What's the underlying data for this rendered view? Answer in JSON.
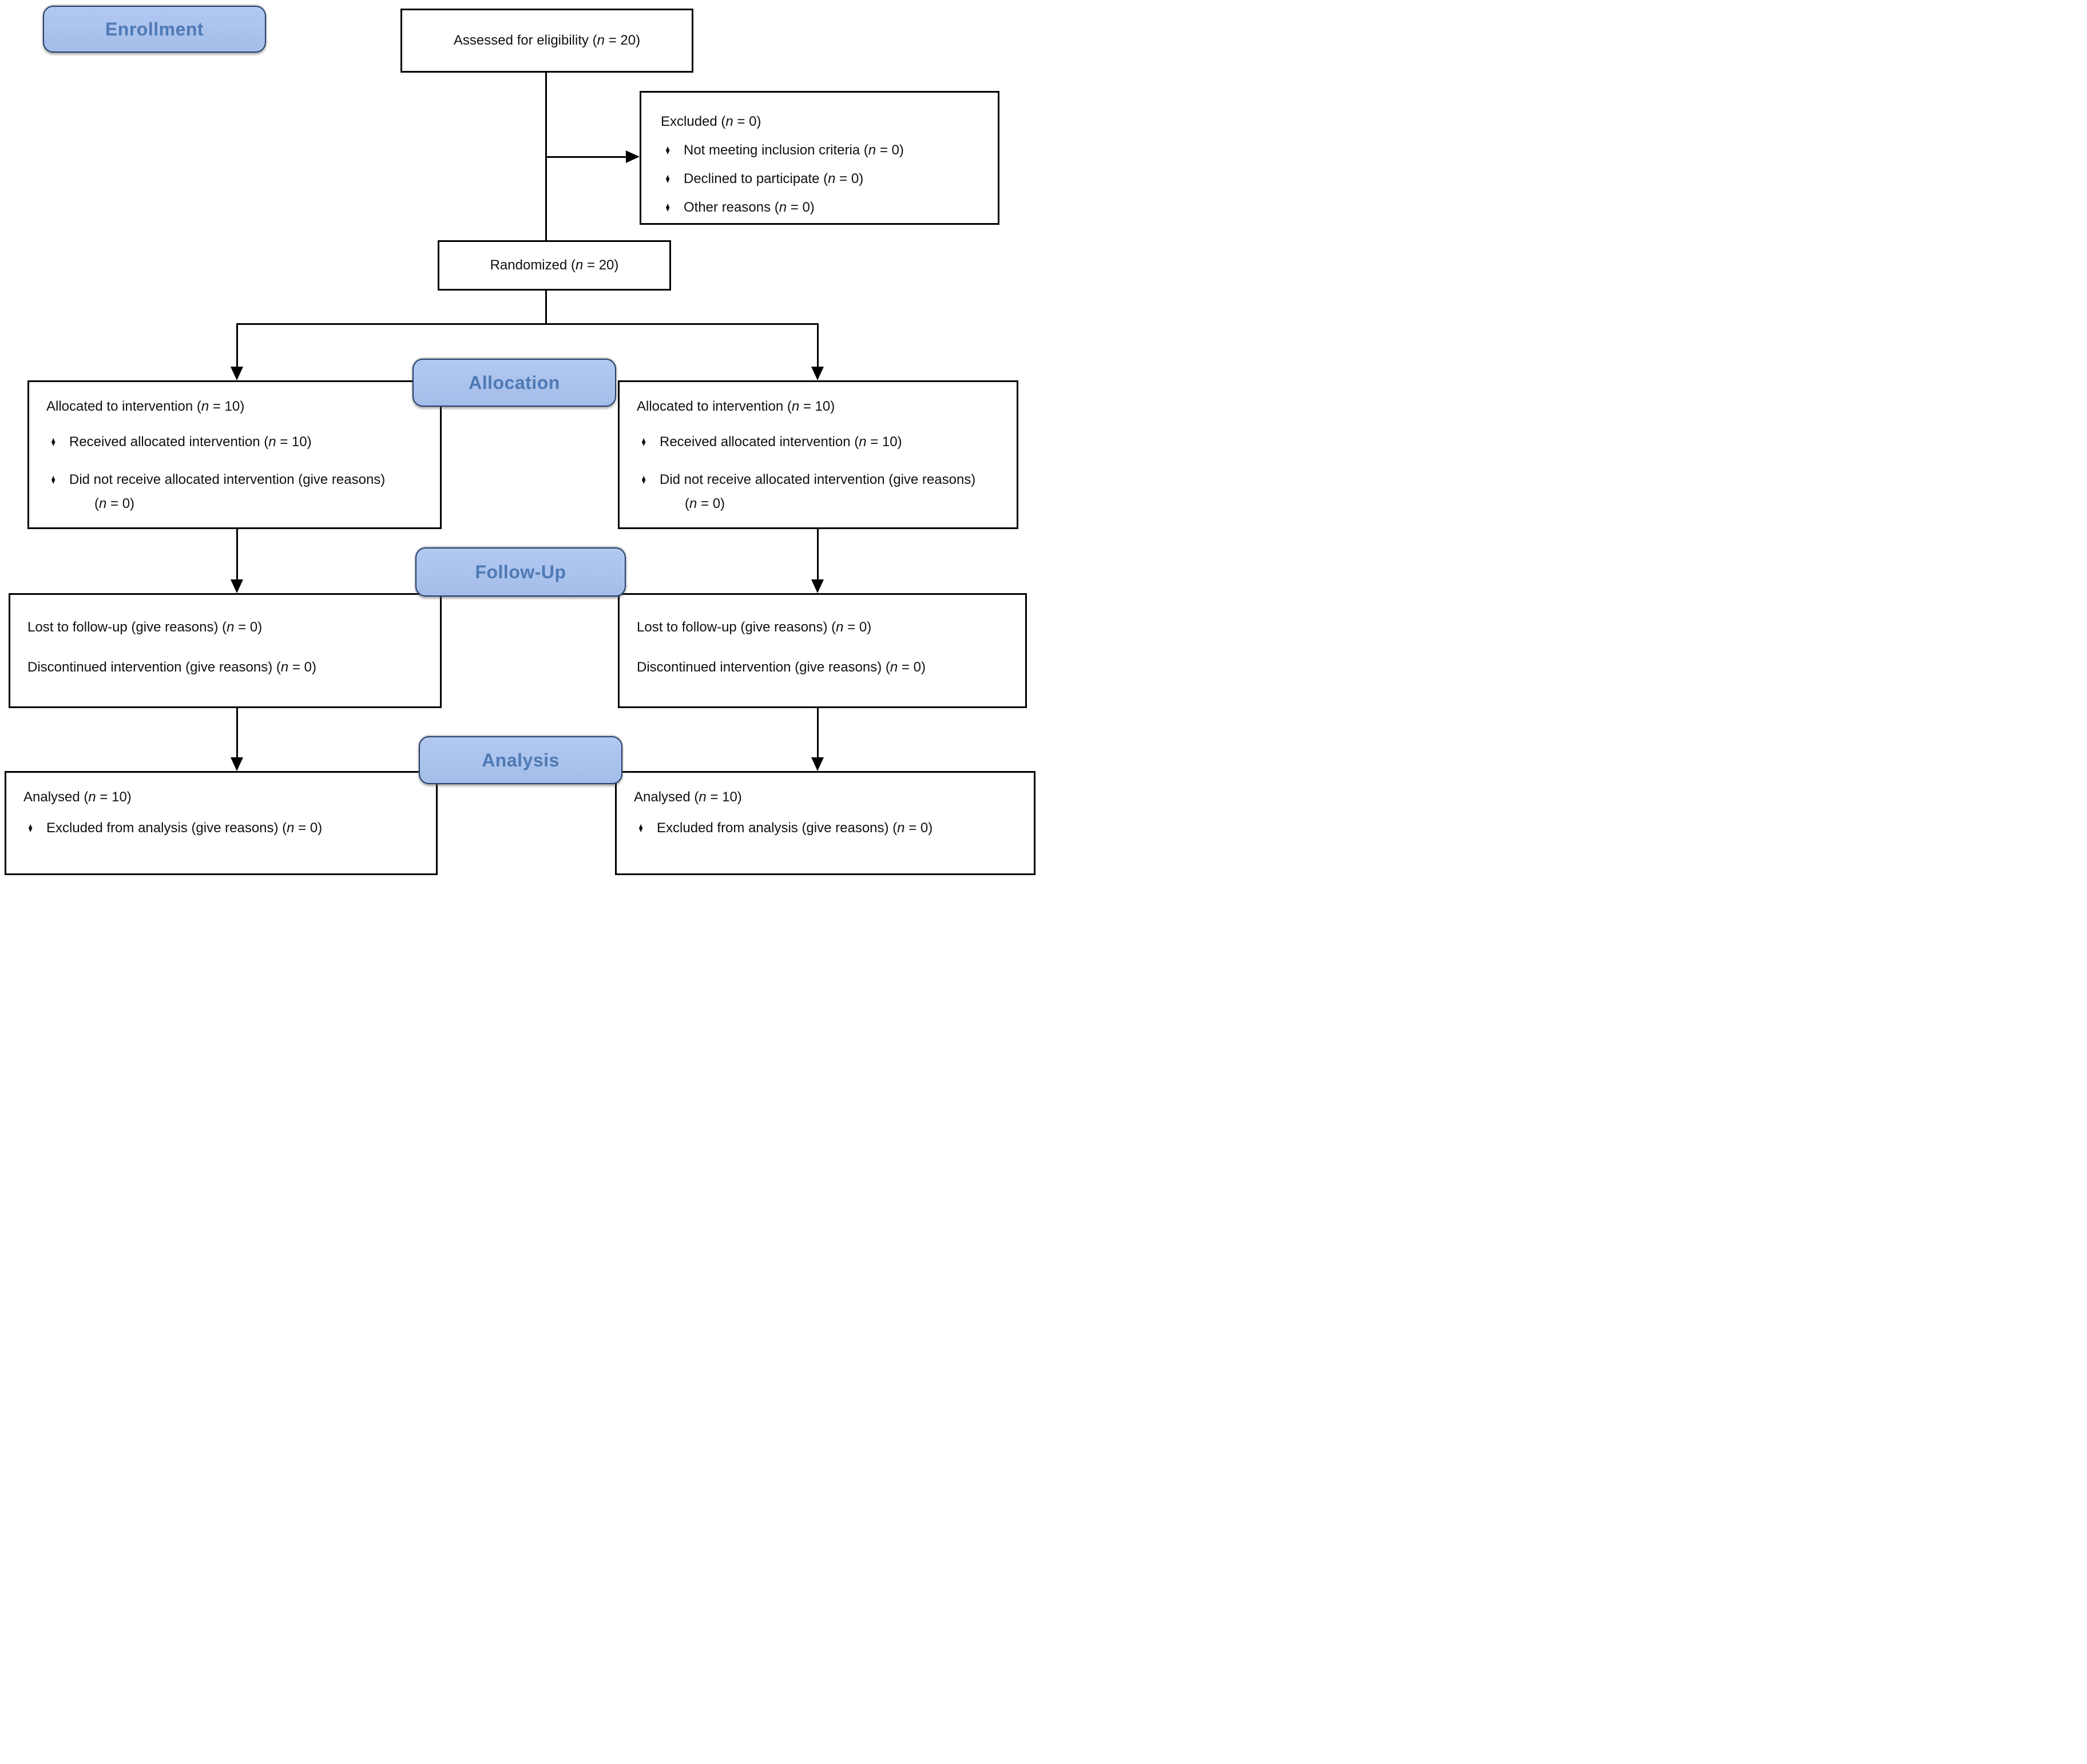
{
  "bullet_char": "♦",
  "colors": {
    "badge_fill": "#a9c3f0",
    "badge_text": "#4e79b4",
    "badge_border": "#26406b",
    "line": "#000000",
    "box_border": "#000000"
  },
  "stages": {
    "enrollment": "Enrollment",
    "allocation": "Allocation",
    "followup": "Follow-Up",
    "analysis": "Analysis"
  },
  "boxes": {
    "assessed": {
      "text": "Assessed for eligibility (n = 20)"
    },
    "excluded": {
      "title": "Excluded (n = 0)",
      "bullets": [
        "Not meeting inclusion criteria (n = 0)",
        "Declined to participate (n = 0)",
        "Other reasons (n = 0)"
      ]
    },
    "randomized": {
      "text": "Randomized (n = 20)"
    },
    "allocation_left": {
      "title": "Allocated to intervention (n = 10)",
      "bullets": [
        "Received allocated intervention (n = 10)",
        "Did not receive allocated intervention (give reasons) (n = 0)"
      ]
    },
    "allocation_right": {
      "title": "Allocated to intervention (n = 10)",
      "bullets": [
        "Received allocated intervention (n = 10)",
        "Did not receive allocated intervention (give reasons) (n = 0)"
      ]
    },
    "followup_left": {
      "lines": [
        "Lost to follow-up (give reasons) (n = 0)",
        "Discontinued intervention (give reasons) (n = 0)"
      ]
    },
    "followup_right": {
      "lines": [
        "Lost to follow-up (give reasons) (n = 0)",
        "Discontinued intervention (give reasons) (n = 0)"
      ]
    },
    "analysis_left": {
      "title": "Analysed (n = 10)",
      "bullets": [
        "Excluded from analysis (give reasons) (n = 0)"
      ]
    },
    "analysis_right": {
      "title": "Analysed (n = 10)",
      "bullets": [
        "Excluded from analysis (give reasons) (n = 0)"
      ]
    }
  }
}
